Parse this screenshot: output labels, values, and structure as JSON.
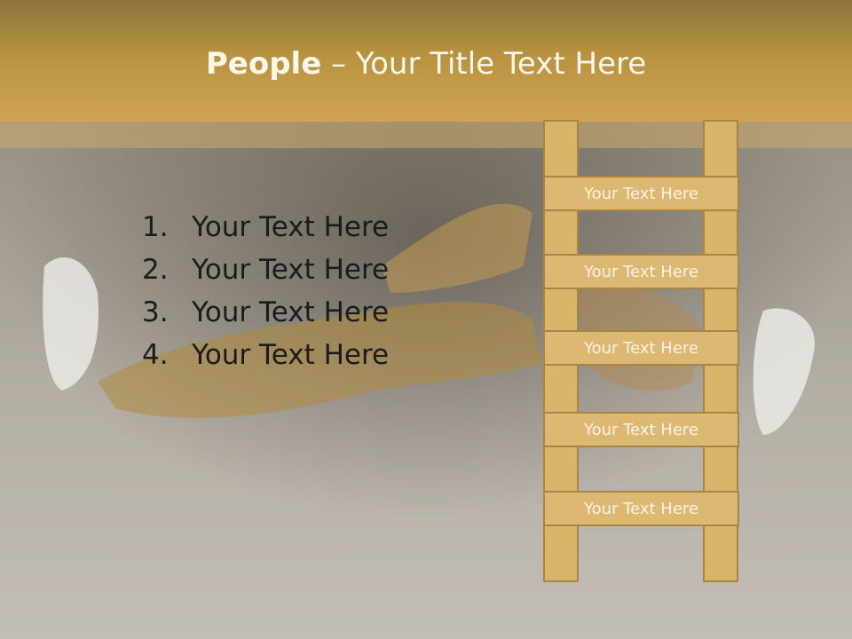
{
  "title": {
    "bold": "People",
    "rest": " – Your Title Text Here"
  },
  "list": [
    {
      "num": "1.",
      "text": "Your Text Here"
    },
    {
      "num": "2.",
      "text": "Your Text Here"
    },
    {
      "num": "3.",
      "text": "Your Text Here"
    },
    {
      "num": "4.",
      "text": "Your Text Here"
    }
  ],
  "ladder": {
    "rungs": [
      "Your Text Here",
      "Your Text Here",
      "Your Text Here",
      "Your Text Here",
      "Your Text Here"
    ]
  },
  "colors": {
    "header": "#c79c4b",
    "ladder_fill": "#dcb872",
    "ladder_stroke": "#a88446"
  }
}
